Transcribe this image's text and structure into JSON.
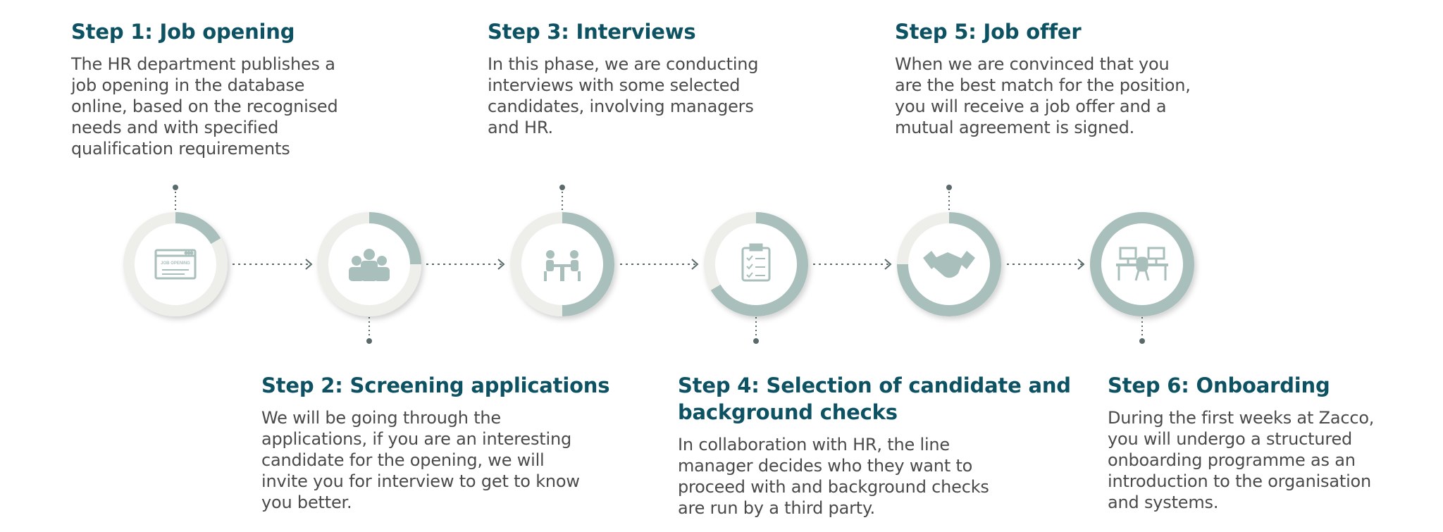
{
  "steps": [
    {
      "title": "Step 1: Job opening",
      "text": "The HR department publishes a\njob opening in the database\nonline, based on the recognised\nneeds and with specified\nqualification requirements",
      "progress": 0.167,
      "icon": "job-opening-browser-icon",
      "icon_label": "JOB OPENING"
    },
    {
      "title": "Step 2: Screening applications",
      "text": "We will be going through the\napplications, if you are an interesting\ncandidate for the opening, we will\ninvite you for interview to get to know\nyou better.",
      "progress": 0.25,
      "icon": "group-people-icon"
    },
    {
      "title": "Step 3: Interviews",
      "text": "In this phase, we are conducting\ninterviews with some selected\ncandidates, involving managers\nand HR.",
      "progress": 0.5,
      "icon": "interview-table-icon"
    },
    {
      "title": "Step 4: Selection of candidate and\nbackground checks",
      "text": "In collaboration with HR, the line\nmanager decides who they want to\nproceed with and background checks\nare run by a third party.",
      "progress": 0.667,
      "icon": "clipboard-checklist-icon"
    },
    {
      "title": "Step 5: Job offer",
      "text": "When we are convinced that you\nare the best match for the position,\nyou will receive a job offer and a\nmutual agreement is signed.",
      "progress": 0.75,
      "icon": "handshake-icon"
    },
    {
      "title": "Step 6: Onboarding",
      "text": "During the first weeks at Zacco,\nyou will undergo a structured\nonboarding programme as an\nintroduction to the organisation\nand systems.",
      "progress": 1.0,
      "icon": "workstation-desks-icon"
    }
  ],
  "colors": {
    "accent": "#a9bfbb",
    "track": "#eeeeea",
    "title": "#0d5263",
    "body": "#4a4a4a",
    "connector": "#5a6a6a"
  }
}
